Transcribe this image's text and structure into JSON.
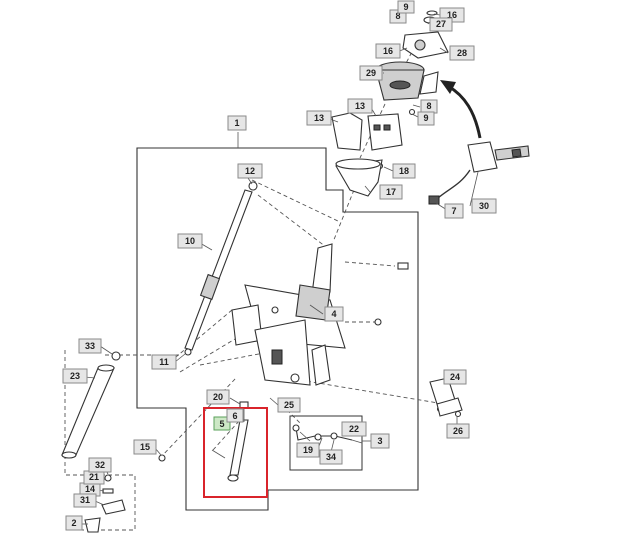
{
  "labels": {
    "l1": "1",
    "l2": "2",
    "l3": "3",
    "l4": "4",
    "l5": "5",
    "l6": "6",
    "l7": "7",
    "l8a": "8",
    "l8b": "8",
    "l9a": "9",
    "l9b": "9",
    "l10": "10",
    "l11": "11",
    "l12": "12",
    "l13a": "13",
    "l13b": "13",
    "l14": "14",
    "l15": "15",
    "l16a": "16",
    "l16b": "16",
    "l17": "17",
    "l18": "18",
    "l19": "19",
    "l20": "20",
    "l21": "21",
    "l22": "22",
    "l23": "23",
    "l24": "24",
    "l25": "25",
    "l26": "26",
    "l27": "27",
    "l28": "28",
    "l29": "29",
    "l30": "30",
    "l31": "31",
    "l32": "32",
    "l33": "33",
    "l34": "34"
  },
  "colors": {
    "highlight_box": "#d9242b",
    "highlight_label": "#cde8c6",
    "label_fill": "#e6e6e6"
  }
}
